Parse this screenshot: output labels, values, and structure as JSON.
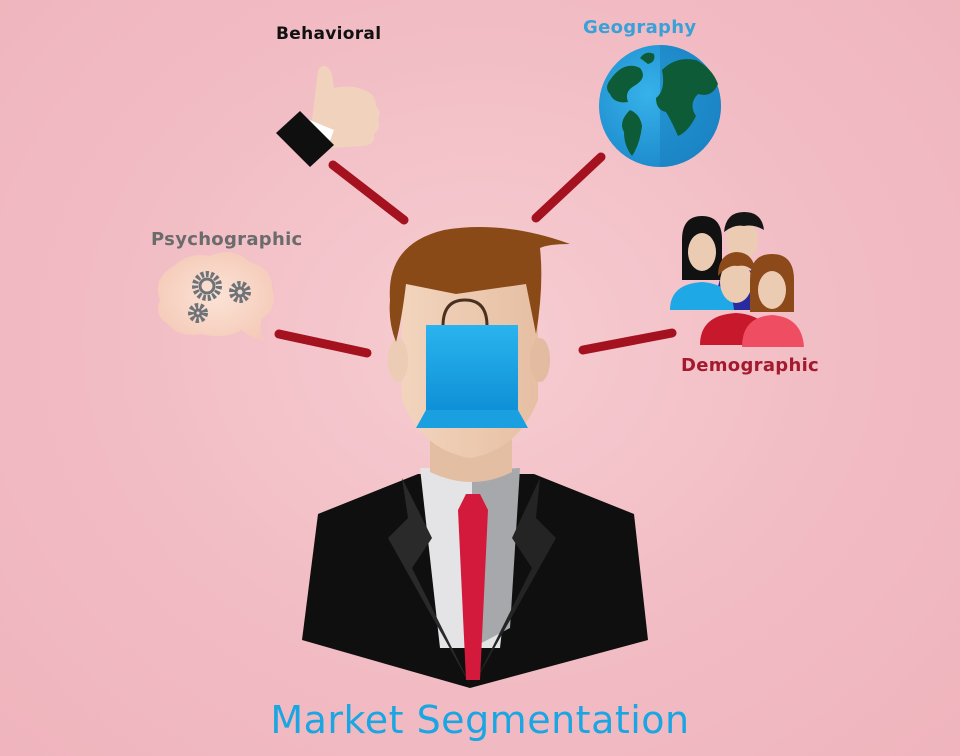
{
  "title": "Market Segmentation",
  "segments": {
    "behavioral": {
      "label": "Behavioral",
      "icon": "thumbs-up-icon",
      "color": "#111111"
    },
    "geography": {
      "label": "Geography",
      "icon": "globe-icon",
      "color": "#3aa0d8"
    },
    "psychographic": {
      "label": "Psychographic",
      "icon": "brain-gears-icon",
      "color": "#6b6b6b"
    },
    "demographic": {
      "label": "Demographic",
      "icon": "people-group-icon",
      "color": "#a31a2e"
    }
  },
  "center": {
    "figure": "businessman-icon",
    "face": "shopping-bag-icon"
  },
  "colors": {
    "background": "#f2bcc4",
    "connector": "#a5121f",
    "title": "#1aa6e2"
  }
}
